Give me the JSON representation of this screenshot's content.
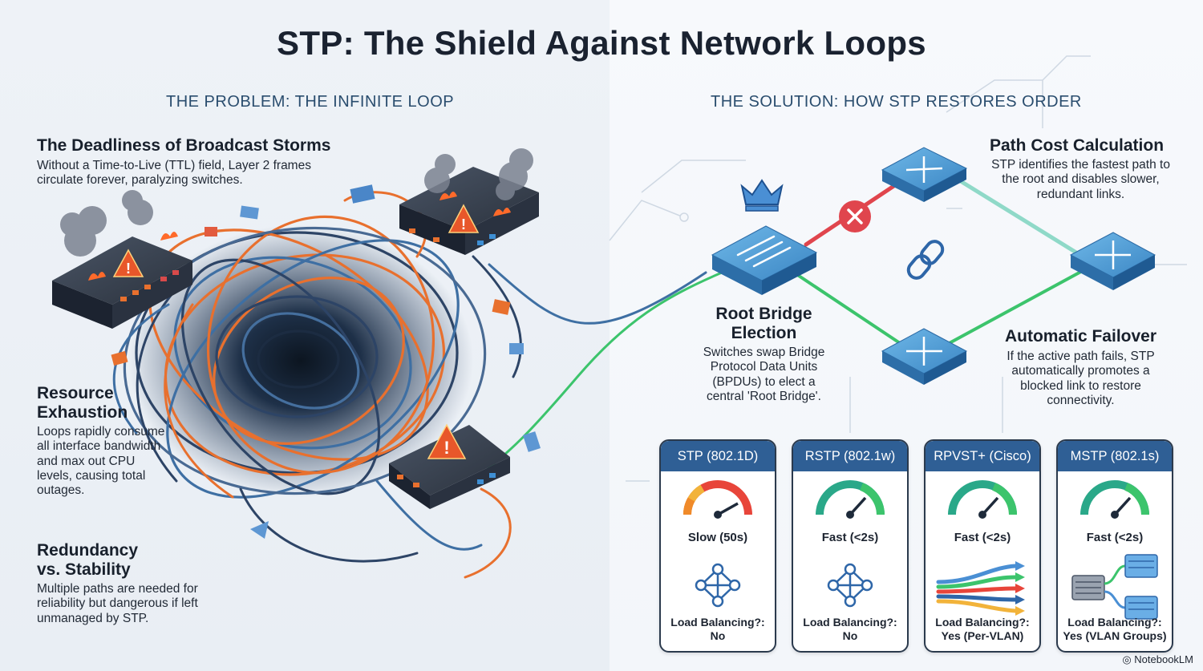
{
  "title": "STP: The Shield Against Network Loops",
  "problem": {
    "heading": "THE PROBLEM: THE INFINITE LOOP",
    "storms": {
      "title": "The Deadliness of Broadcast Storms",
      "text": "Without a Time-to-Live (TTL) field, Layer 2 frames circulate forever, paralyzing switches."
    },
    "exhaustion": {
      "title": "Resource Exhaustion",
      "text": "Loops rapidly consume all interface bandwidth and max out CPU levels, causing total outages."
    },
    "redundancy": {
      "title": "Redundancy vs. Stability",
      "text": "Multiple paths are needed for reliability but dangerous if left unmanaged by STP."
    }
  },
  "solution": {
    "heading": "THE SOLUTION: HOW STP RESTORES ORDER",
    "path_cost": {
      "title": "Path Cost Calculation",
      "text": "STP identifies the fastest path to the root and disables slower, redundant links."
    },
    "root_bridge": {
      "title": "Root Bridge Election",
      "text": "Switches swap Bridge Protocol Data Units (BPDUs) to elect a central 'Root Bridge'."
    },
    "failover": {
      "title": "Automatic Failover",
      "text": "If the active path fails, STP automatically promotes a blocked link to restore connectivity."
    }
  },
  "cards": [
    {
      "name": "STP (802.1D)",
      "speed": "Slow (50s)",
      "lb_label": "Load Balancing?:",
      "lb_value": "No",
      "gauge": "slow",
      "icon": "mesh-node-icon"
    },
    {
      "name": "RSTP (802.1w)",
      "speed": "Fast (<2s)",
      "lb_label": "Load Balancing?:",
      "lb_value": "No",
      "gauge": "fast",
      "icon": "mesh-node-icon"
    },
    {
      "name": "RPVST+ (Cisco)",
      "speed": "Fast (<2s)",
      "lb_label": "Load Balancing?:",
      "lb_value": "Yes (Per-VLAN)",
      "gauge": "fast",
      "icon": "multi-arrow-icon"
    },
    {
      "name": "MSTP (802.1s)",
      "speed": "Fast (<2s)",
      "lb_label": "Load Balancing?:",
      "lb_value": "Yes (VLAN Groups)",
      "gauge": "fast",
      "icon": "vlan-group-icon"
    }
  ],
  "brand": "NotebookLM",
  "colors": {
    "accent_blue": "#2f5f95",
    "blocked_red": "#e0454d",
    "active_green": "#3cc46c",
    "standby_teal": "#8fd9c8",
    "cable_orange": "#e8702e",
    "cable_navy": "#2d4466"
  }
}
